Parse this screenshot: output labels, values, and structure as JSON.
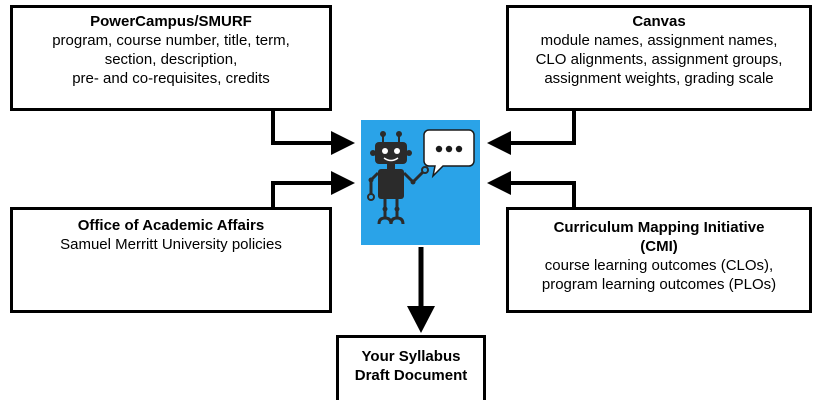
{
  "sources": {
    "powercampus": {
      "title": "PowerCampus/SMURF",
      "lines": [
        "program, course number, title, term,",
        "section, description,",
        "pre- and co-requisites, credits"
      ]
    },
    "canvas": {
      "title": "Canvas",
      "lines": [
        "module names, assignment names,",
        "CLO alignments, assignment groups,",
        "assignment weights, grading scale"
      ]
    },
    "academic_affairs": {
      "title": "Office of Academic Affairs",
      "lines": [
        "Samuel Merritt University policies"
      ]
    },
    "cmi": {
      "title_lines": [
        "Curriculum Mapping Initiative",
        "(CMI)"
      ],
      "lines": [
        "course learning outcomes (CLOs),",
        "program learning outcomes (PLOs)"
      ]
    }
  },
  "output": {
    "lines": [
      "Your Syllabus",
      "Draft Document"
    ]
  },
  "colors": {
    "robot_background": "#2aa3e8",
    "robot_body": "#2b2b2b",
    "arrow": "#000000"
  },
  "icons": {
    "robot": "robot-icon",
    "speech_bubble": "speech-bubble-icon"
  }
}
